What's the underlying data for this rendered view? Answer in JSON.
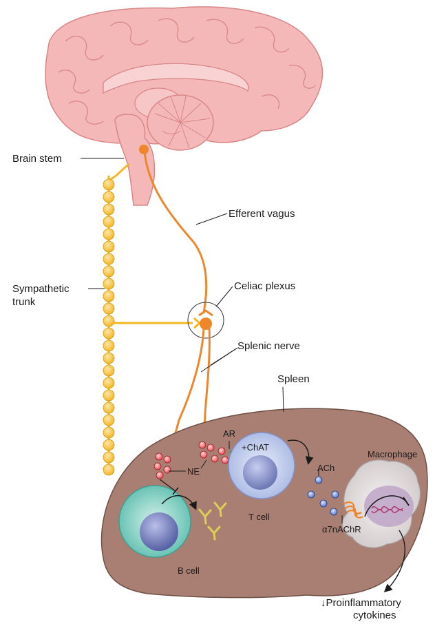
{
  "labels": {
    "brain_stem": "Brain stem",
    "efferent_vagus": "Efferent vagus",
    "sympathetic": "Sympathetic",
    "trunk": "trunk",
    "celiac_plexus": "Celiac plexus",
    "splenic_nerve": "Splenic nerve",
    "spleen": "Spleen",
    "ar": "AR",
    "chat": "+ChAT",
    "ne": "NE",
    "ach": "ACh",
    "macrophage": "Macrophage",
    "t_cell": "T cell",
    "b_cell": "B cell",
    "receptor": "α7nAChR",
    "proinflammatory": "↓Proinflammatory",
    "cytokines": "cytokines"
  },
  "colors": {
    "brain": "#f4b8b8",
    "nerve_orange": "#f0862a",
    "nerve_yellow": "#f2b71e",
    "spleen": "#a87f72",
    "t_cell": "#c9d3ef",
    "b_cell": "#a8ddd3",
    "macrophage": "#e3dedf"
  }
}
